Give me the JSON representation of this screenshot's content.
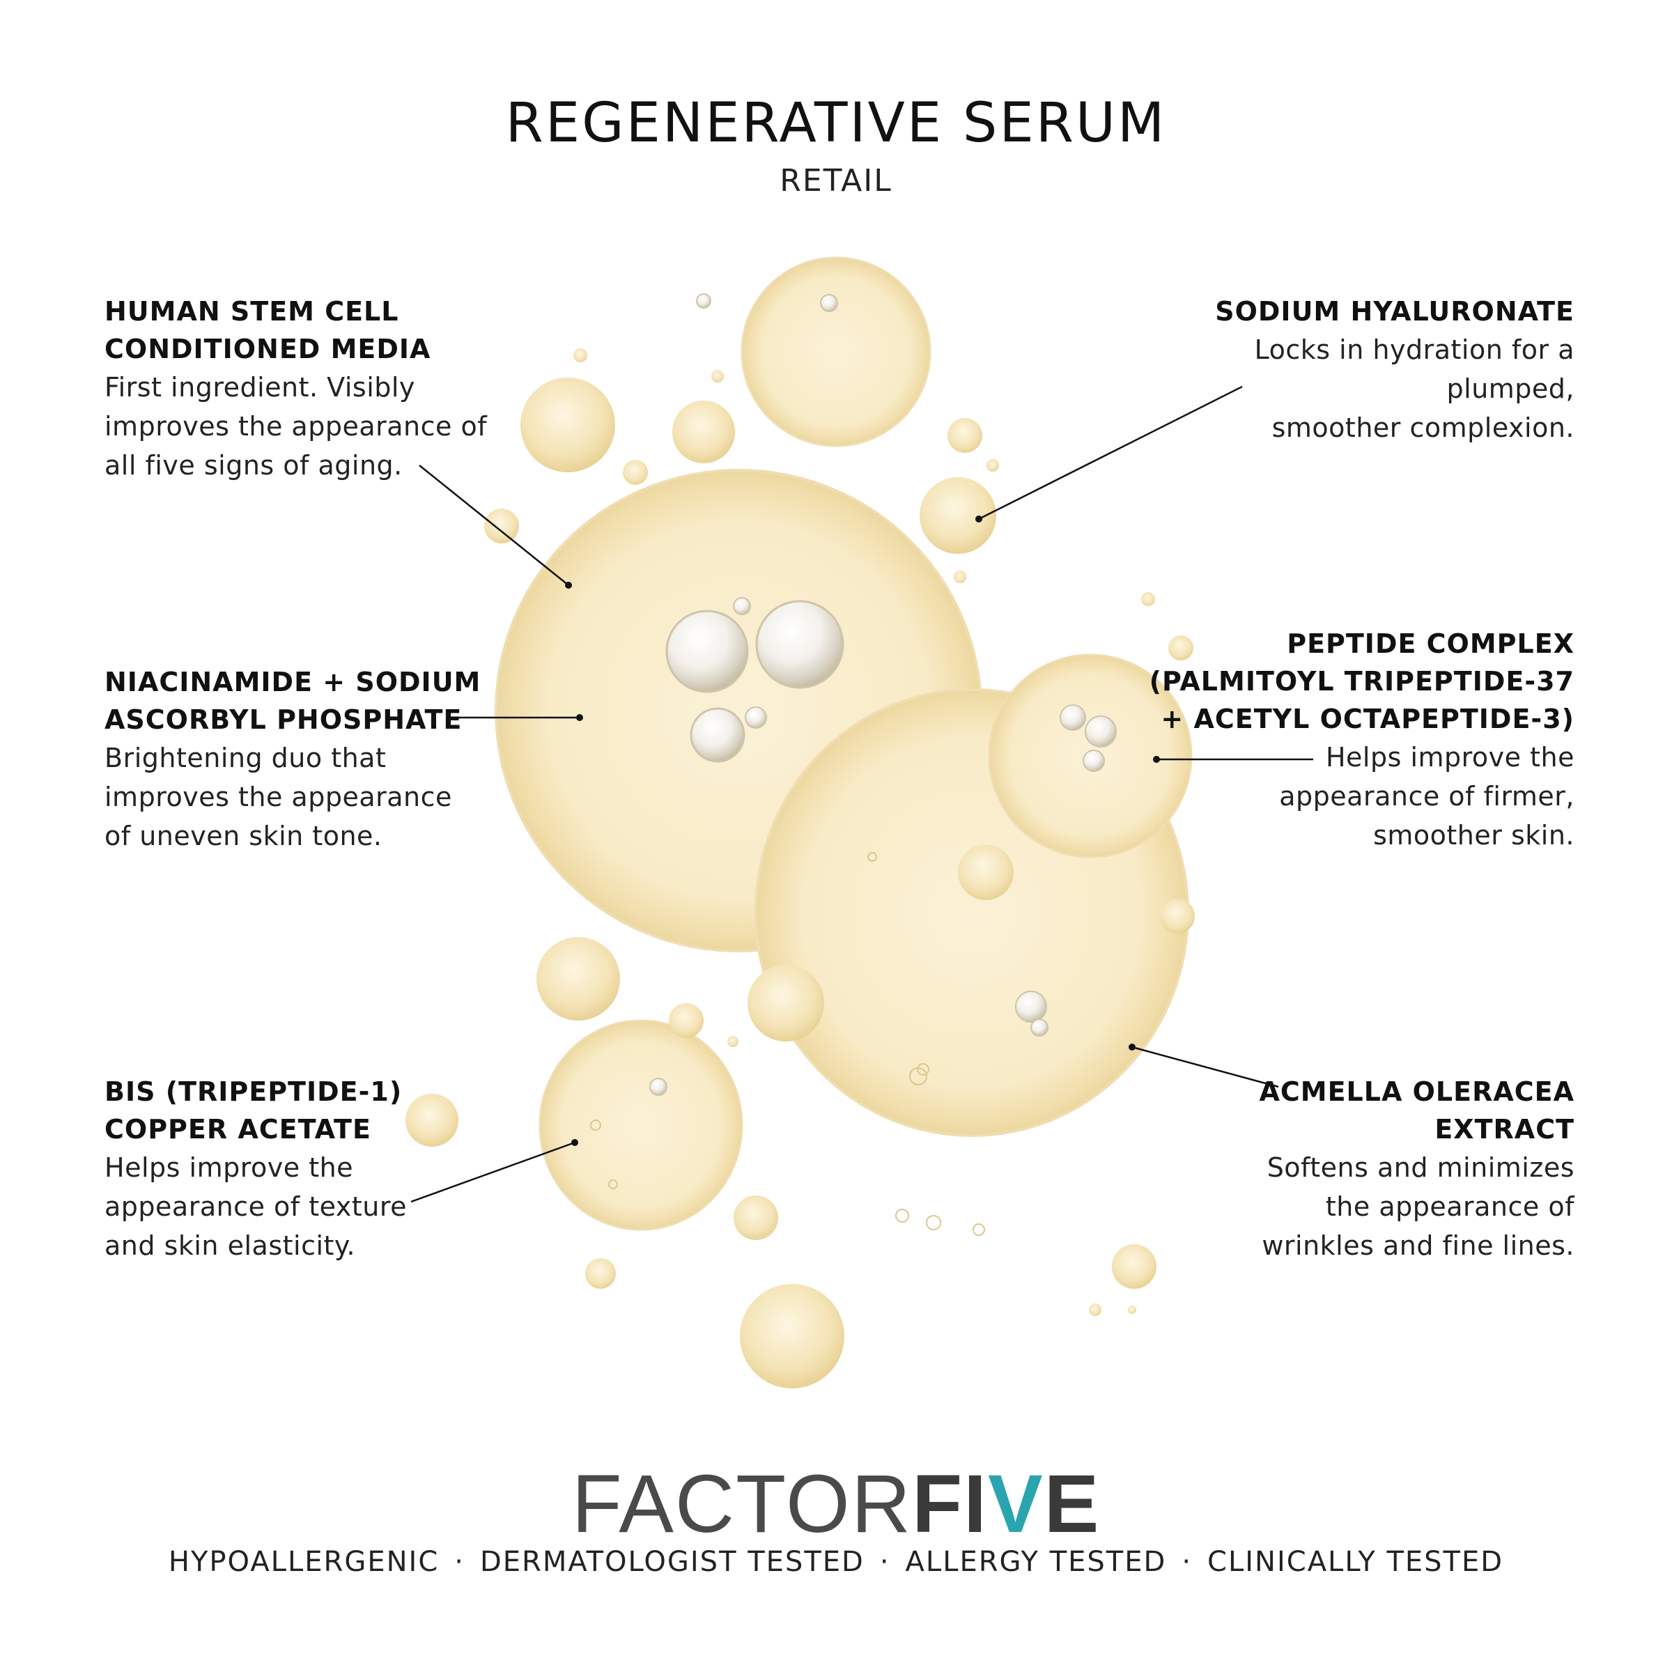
{
  "header": {
    "title": "REGENERATIVE SERUM",
    "subtitle": "RETAIL"
  },
  "ingredients": [
    {
      "name": "HUMAN STEM CELL\nCONDITIONED MEDIA",
      "description": "First ingredient. Visibly\nimproves the appearance of\nall five signs of aging."
    },
    {
      "name": "SODIUM HYALURONATE",
      "description": "Locks in hydration for a plumped,\nsmoother complexion."
    },
    {
      "name": "NIACINAMIDE + SODIUM\nASCORBYL PHOSPHATE",
      "description": "Brightening duo that\nimproves the appearance\nof uneven skin tone."
    },
    {
      "name": "PEPTIDE COMPLEX\n(PALMITOYL TRIPEPTIDE-37\n+ ACETYL OCTAPEPTIDE-3)",
      "description": "Helps improve the\nappearance of firmer,\nsmoother skin."
    },
    {
      "name": "BIS (TRIPEPTIDE-1)\nCOPPER ACETATE",
      "description": "Helps improve the\nappearance of texture\nand skin elasticity."
    },
    {
      "name": "ACMELLA OLERACEA\nEXTRACT",
      "description": "Softens and minimizes\nthe appearance of\nwrinkles and fine lines."
    }
  ],
  "brand": {
    "part1": "FACTOR",
    "part2a": "FI",
    "part2b": "V",
    "part2c": "E",
    "accent_color": "#2aa5b0"
  },
  "claims": [
    "HYPOALLERGENIC",
    "DERMATOLOGIST TESTED",
    "ALLERGY TESTED",
    "CLINICALLY TESTED"
  ],
  "claim_separator": "·",
  "colors": {
    "serum": "#f6e6bf",
    "serum_light": "#fdf7e8",
    "text": "#111111"
  }
}
